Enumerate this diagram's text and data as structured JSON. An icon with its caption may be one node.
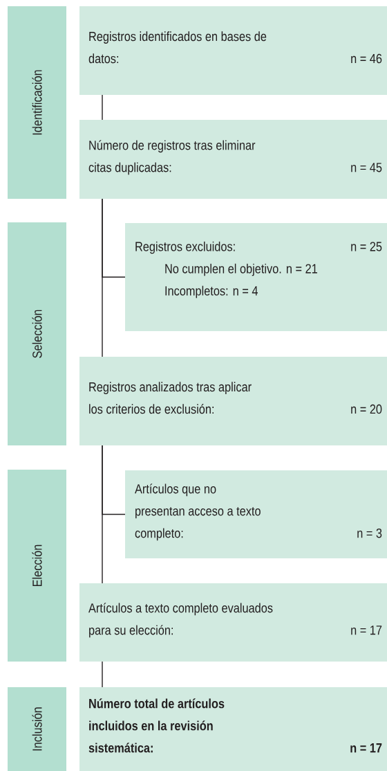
{
  "diagram": {
    "nodes": [
      {
        "text": [
          "Identificación"
        ]
      },
      {
        "text": [
          "Registros identificados en bases de datos:",
          "n = 46"
        ]
      },
      {
        "text": [
          "Número de registros tras eliminar citas duplicadas:",
          "n = 45"
        ]
      },
      {
        "text": [
          "Selección"
        ]
      },
      {
        "text": [
          "Registros excluidos:",
          "n = 25",
          "No cumplen el objetivo. n = 21",
          "Incompletos: n = 4"
        ]
      },
      {
        "text": [
          "Registros analizados tras aplicar los criterios de exclusión:",
          "n = 20"
        ]
      },
      {
        "text": [
          "Elección"
        ]
      },
      {
        "text": [
          "Artículos que no presentan acceso a texto completo:",
          "n = 3"
        ]
      },
      {
        "text": [
          "Artículos a texto completo evaluados para su elección:",
          "n = 17"
        ]
      },
      {
        "text": [
          "Inclusión"
        ]
      },
      {
        "text": [
          "Número total de artículos incluidos en la revisión sistemática:",
          "n = 17"
        ]
      }
    ],
    "edges": [
      {
        "from": 1,
        "to": 2,
        "arrow": "none"
      },
      {
        "from": 2,
        "to": 5,
        "arrow": "none"
      },
      {
        "from": 2,
        "to": 4,
        "arrow": "none"
      },
      {
        "from": 5,
        "to": 8,
        "arrow": "none"
      },
      {
        "from": 5,
        "to": 7,
        "arrow": "none"
      },
      {
        "from": 8,
        "to": 10,
        "arrow": "none"
      }
    ]
  }
}
